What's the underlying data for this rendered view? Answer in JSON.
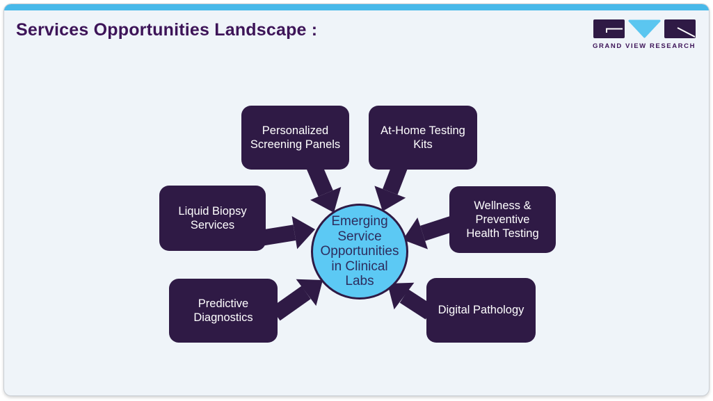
{
  "title": "Services Opportunities Landscape :",
  "logo": {
    "text": "GRAND VIEW RESEARCH"
  },
  "center": {
    "label": "Emerging Service Opportunities in Clinical Labs"
  },
  "nodes": [
    {
      "label": "Personalized Screening Panels"
    },
    {
      "label": "At-Home Testing Kits"
    },
    {
      "label": "Liquid Biopsy Services"
    },
    {
      "label": "Wellness & Preventive Health Testing"
    },
    {
      "label": "Predictive Diagnostics"
    },
    {
      "label": "Digital Pathology"
    }
  ],
  "colors": {
    "box_purple": "#2f1a45",
    "title_purple": "#3d1458",
    "topbar_cyan": "#48b9e9",
    "logo_cyan": "#5bc6f0",
    "circle_blue": "#5cc9f4",
    "circle_text": "#2d2d5e",
    "card_bg": "#eff4f9"
  }
}
